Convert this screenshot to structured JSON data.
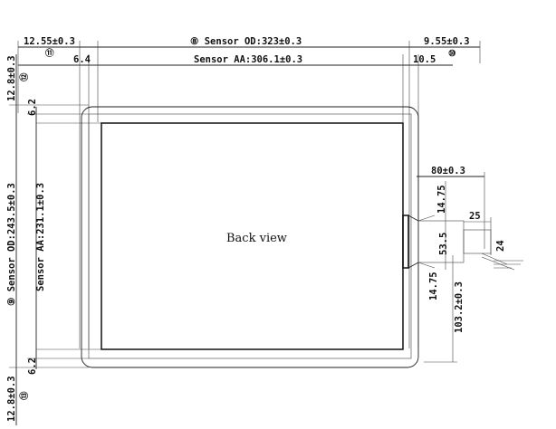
{
  "drawing": {
    "center_label": "Back view",
    "dimensions": {
      "left_margin_top": "12.55±0.3",
      "sensor_od_width": "⑧ Sensor OD:323±0.3",
      "right_margin_top": "9.55±0.3",
      "aa_left_offset": "6.4",
      "sensor_aa_width": "Sensor AA:306.1±0.3",
      "aa_right_offset": "10.5",
      "top_margin_left": "12.8±0.3",
      "top_gap": "6.2",
      "sensor_od_height": "⑨ Sensor OD:243.5±0.3",
      "sensor_aa_height": "Sensor AA:231.1±0.3",
      "bottom_gap": "6.2",
      "bottom_margin_left": "12.8±0.3",
      "fpc_length": "80±0.3",
      "fpc_upper_offset": "14.75",
      "fpc_tail_width": "25",
      "fpc_connector_height": "24",
      "fpc_root_width": "53.5",
      "fpc_lower_offset": "14.75",
      "fpc_vertical_position": "103.2±0.3"
    },
    "markers": {
      "m11": "⑪",
      "m10": "⑩",
      "m12": "⑫",
      "m13": "⑬"
    }
  }
}
